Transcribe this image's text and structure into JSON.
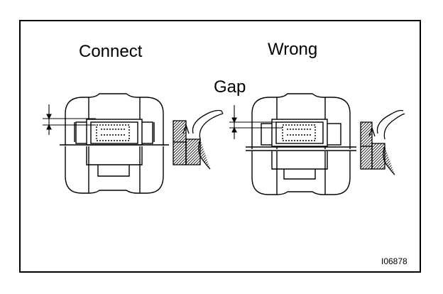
{
  "labels": {
    "connect": "Connect",
    "wrong": "Wrong",
    "gap": "Gap",
    "figure_code": "I06878"
  },
  "colors": {
    "line": "#000000",
    "background": "#ffffff"
  }
}
